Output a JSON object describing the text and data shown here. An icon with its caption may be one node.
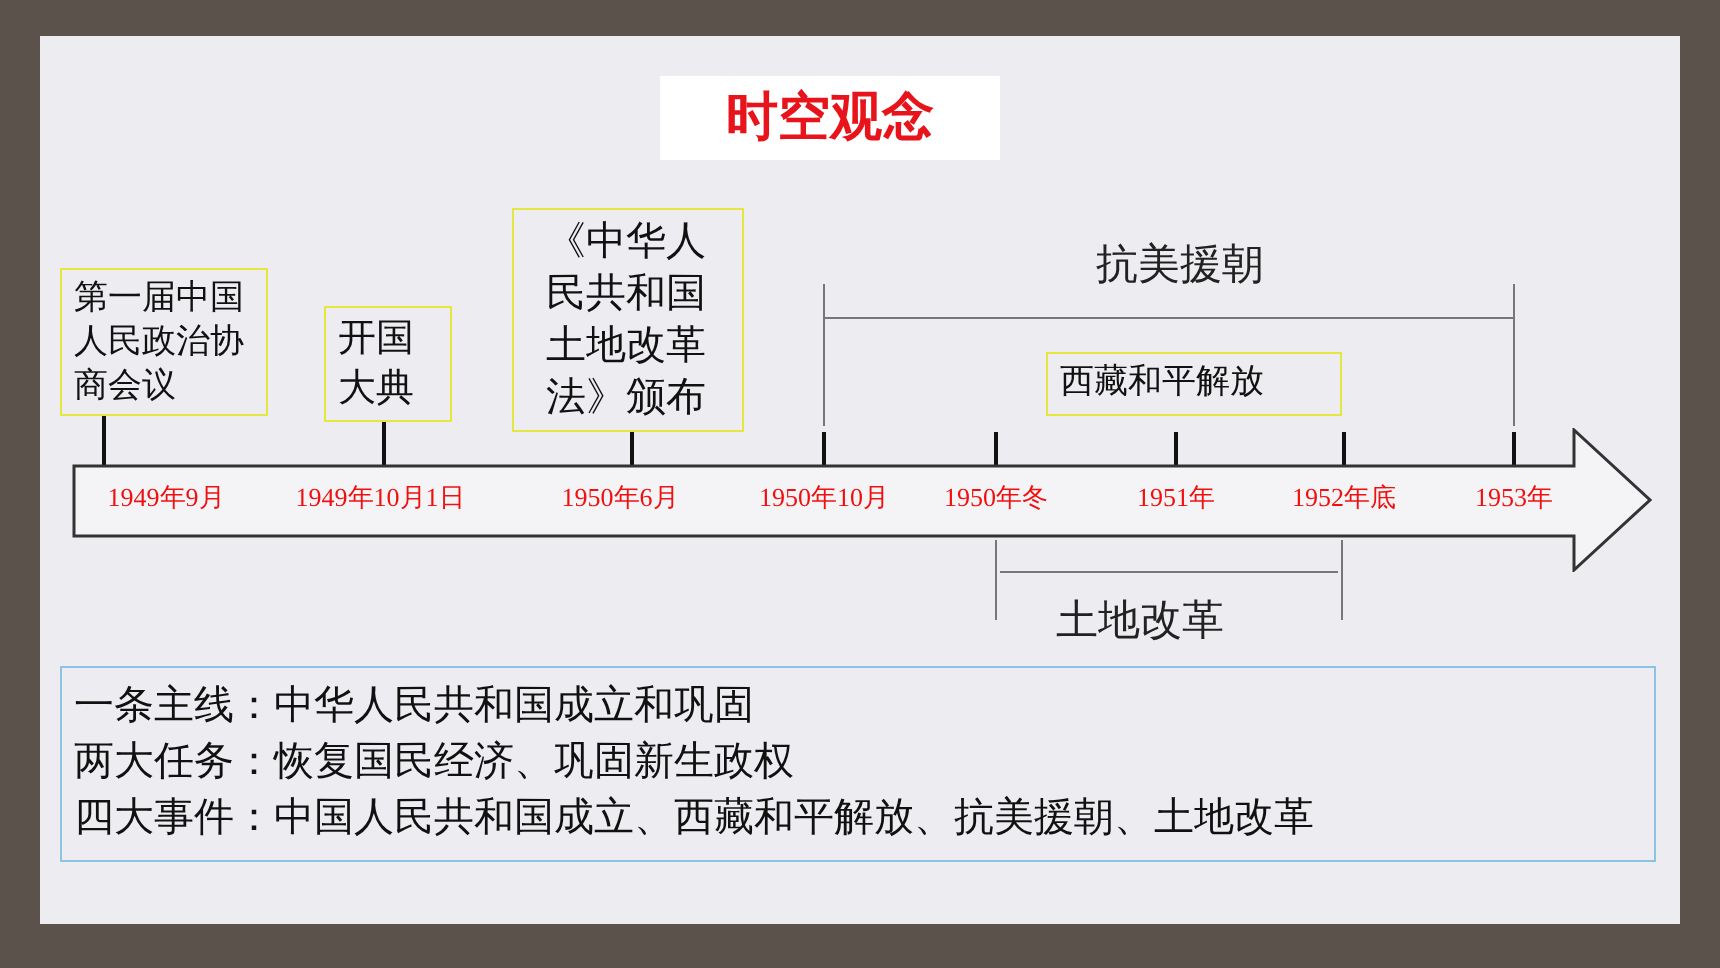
{
  "diagram": {
    "title": "时空观念",
    "nodes": [
      {
        "text": [
          "第一届中国人民政治协商会议"
        ]
      },
      {
        "text": [
          "开国大典"
        ]
      },
      {
        "text": [
          "《中华人民共和国土地改革法》颁布"
        ]
      },
      {
        "text": [
          "西藏和平解放"
        ]
      },
      {
        "text": [
          "1949年9月",
          "1949年10月1日",
          "1950年6月",
          "1950年10月",
          "1950年冬",
          "1951年",
          "1952年底",
          "1953年"
        ]
      },
      {
        "text": [
          "一条主线：中华人民共和国成立和巩固",
          "两大任务：恢复国民经济、巩固新生政权",
          "四大事件：中国人民共和国成立、西藏和平解放、抗美援朝、土地改革"
        ]
      }
    ],
    "edges": [
      {
        "from": 0,
        "to": 4,
        "arrow": "none"
      },
      {
        "from": 1,
        "to": 4,
        "arrow": "none"
      },
      {
        "from": 2,
        "to": 4,
        "arrow": "none"
      }
    ],
    "labels": [
      "抗美援朝",
      "土地改革"
    ]
  }
}
